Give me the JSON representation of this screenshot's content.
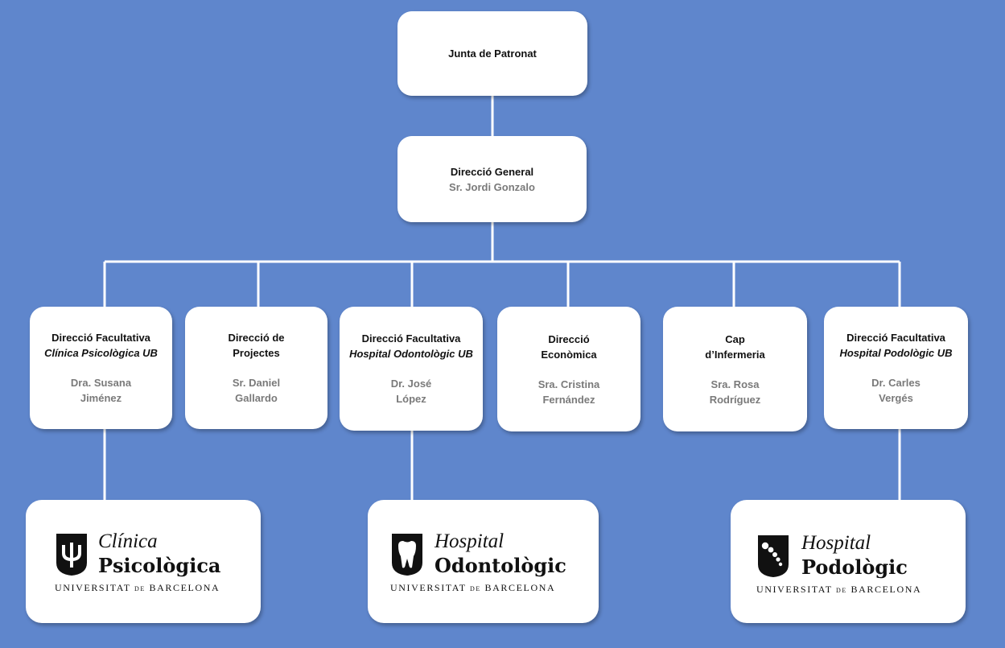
{
  "org_chart": {
    "board": {
      "title": "Junta de Patronat"
    },
    "general": {
      "title": "Direcció General",
      "person": "Sr. Jordi Gonzalo"
    },
    "units": [
      {
        "title_line1": "Direcció Facultativa",
        "title_line2": "Clínica Psicològica UB",
        "person_line1": "Dra. Susana",
        "person_line2": "Jiménez"
      },
      {
        "title_line1": "Direcció de",
        "title_line2": "Projectes",
        "person_line1": "Sr. Daniel",
        "person_line2": "Gallardo"
      },
      {
        "title_line1": "Direcció Facultativa",
        "title_line2": "Hospital Odontològic UB",
        "person_line1": "Dr. José",
        "person_line2": "López"
      },
      {
        "title_line1": "Direcció",
        "title_line2": "Econòmica",
        "person_line1": "Sra. Cristina",
        "person_line2": "Fernández"
      },
      {
        "title_line1": "Cap",
        "title_line2": "d’Infermeria",
        "person_line1": "Sra. Rosa",
        "person_line2": "Rodríguez"
      },
      {
        "title_line1": "Direcció Facultativa",
        "title_line2": "Hospital Podològic UB",
        "person_line1": "Dr. Carles",
        "person_line2": "Vergés"
      }
    ],
    "logos": [
      {
        "line1": "Clínica",
        "line2": "Psicològica",
        "univ_a": "UNIVERSITAT",
        "univ_de": "DE",
        "univ_b": "BARCELONA",
        "icon": "psi-shield-icon"
      },
      {
        "line1": "Hospital",
        "line2": "Odontològic",
        "univ_a": "UNIVERSITAT",
        "univ_de": "DE",
        "univ_b": "BARCELONA",
        "icon": "tooth-shield-icon"
      },
      {
        "line1": "Hospital",
        "line2": "Podològic",
        "univ_a": "UNIVERSITAT",
        "univ_de": "DE",
        "univ_b": "BARCELONA",
        "icon": "foot-shield-icon"
      }
    ],
    "colors": {
      "background": "#5f86cc",
      "box": "#ffffff",
      "connector": "#ffffff",
      "name_text": "#7a7a7a"
    }
  }
}
